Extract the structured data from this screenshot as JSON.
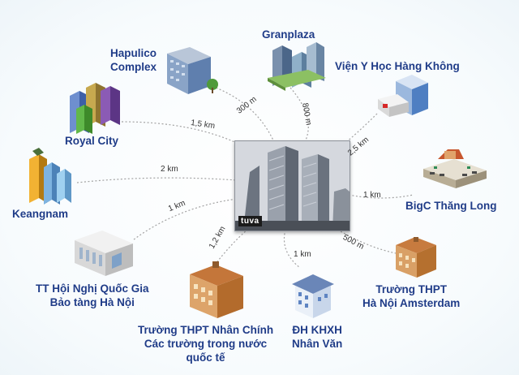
{
  "hub": {
    "logo_text": "tuva"
  },
  "places": [
    {
      "id": "granplaza",
      "name": "Granplaza",
      "distance": "800 m"
    },
    {
      "id": "hapulico",
      "name_lines": [
        "Hapulico",
        "Complex"
      ],
      "distance": "300 m"
    },
    {
      "id": "vien-y-hoc",
      "name": "Viện Y Học Hàng Không",
      "distance": "2,5 km"
    },
    {
      "id": "royal-city",
      "name": "Royal City",
      "distance": "1,5 km"
    },
    {
      "id": "keangnam",
      "name": "Keangnam",
      "distance": "2 km"
    },
    {
      "id": "bigc",
      "name": "BigC Thăng Long",
      "distance": "1 km"
    },
    {
      "id": "hoi-nghi",
      "name_lines": [
        "TT Hội Nghị Quốc Gia",
        "Bảo tàng Hà Nội"
      ],
      "distance": "1 km"
    },
    {
      "id": "amsterdam",
      "name_lines": [
        "Trường THPT",
        "Hà Nội Amsterdam"
      ],
      "distance": "500 m"
    },
    {
      "id": "nhan-chinh",
      "name_lines": [
        "Trường THPT Nhân Chính",
        "Các trường trong nước",
        "quốc tế"
      ],
      "distance": "1,2 km"
    },
    {
      "id": "khxh",
      "name_lines": [
        "ĐH KHXH",
        "Nhân Văn"
      ],
      "distance": "1 km"
    }
  ],
  "colors": {
    "label": "#1f3c88",
    "link": "#9a9a9a",
    "hub_frame": "#8c9199"
  }
}
